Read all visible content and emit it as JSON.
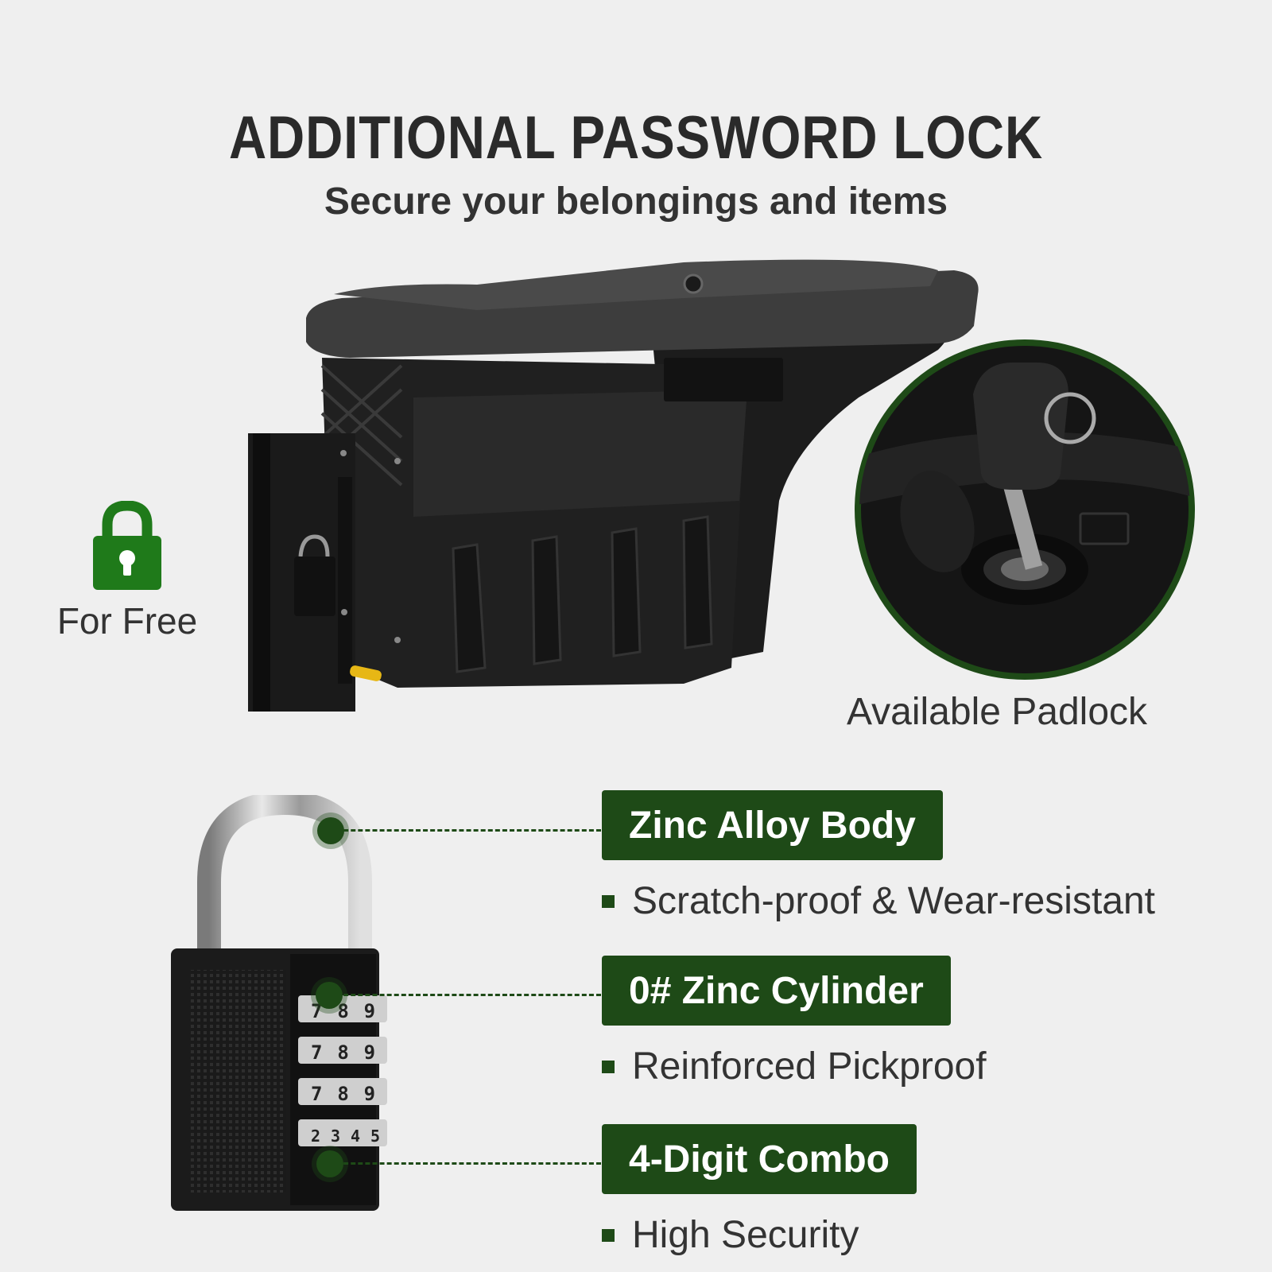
{
  "header": {
    "title": "ADDITIONAL PASSWORD LOCK",
    "subtitle": "Secure your belongings and items"
  },
  "left_badge": {
    "icon": "padlock-icon",
    "label": "For Free",
    "color": "#1f7a1a"
  },
  "inset": {
    "label": "Available Padlock",
    "border_color": "#1e4a17"
  },
  "features": [
    {
      "title": "Zinc Alloy Body",
      "description": "Scratch-proof & Wear-resistant"
    },
    {
      "title": "0# Zinc Cylinder",
      "description": "Reinforced Pickproof"
    },
    {
      "title": "4-Digit Combo",
      "description": "High Security"
    }
  ],
  "padlock_dials": [
    [
      "7",
      "8",
      "9"
    ],
    [
      "7",
      "8",
      "9"
    ],
    [
      "7",
      "8",
      "9"
    ],
    [
      "2",
      "3",
      "4",
      "5"
    ]
  ],
  "colors": {
    "accent": "#1e4a17",
    "background": "#efefef",
    "text": "#2b2b2b"
  }
}
